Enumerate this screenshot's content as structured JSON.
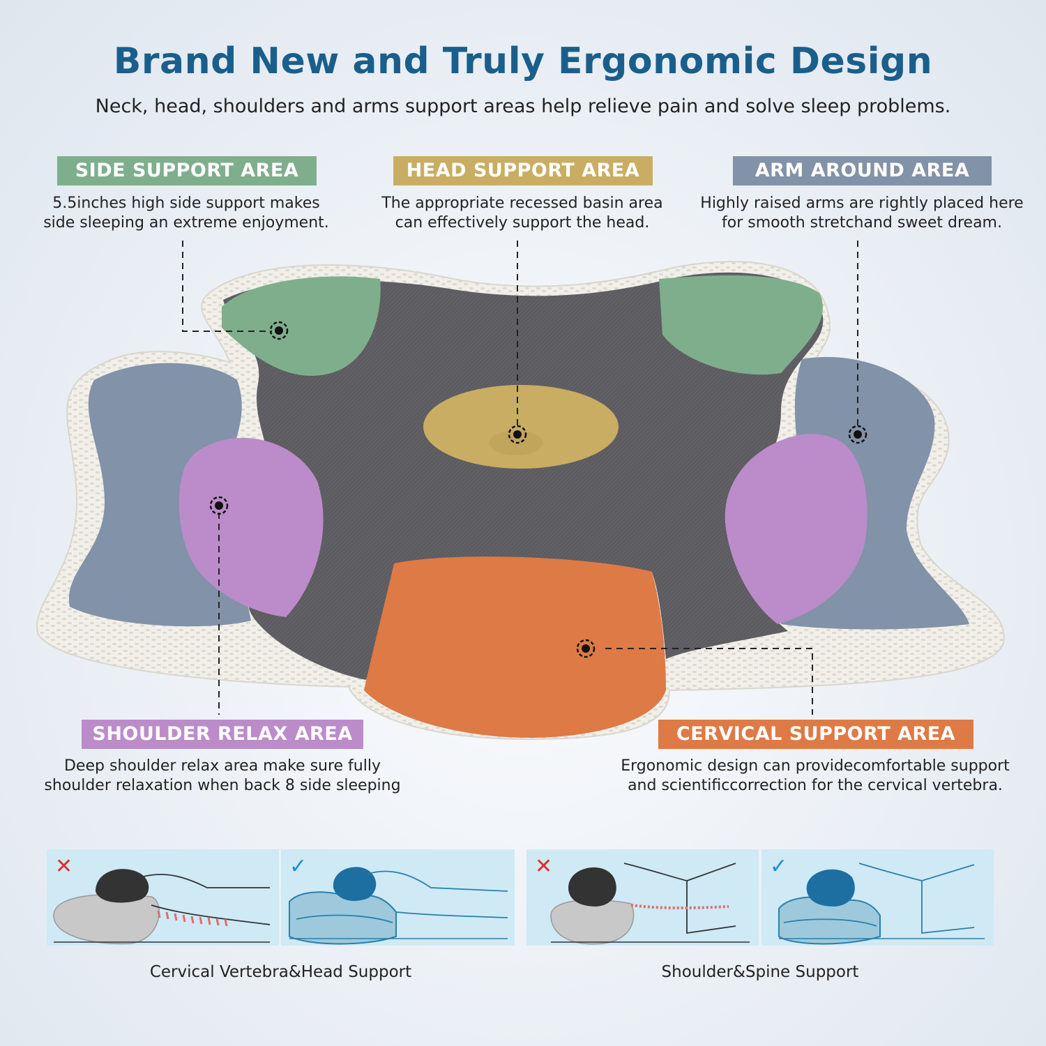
{
  "title": "Brand New and Truly Ergonomic Design",
  "subtitle": "Neck, head, shoulders and arms support areas help relieve pain and solve sleep problems.",
  "colors": {
    "title": "#1a5f8c",
    "side": "#7fae8c",
    "head": "#c9ad63",
    "arm": "#8292a8",
    "shoulder": "#bb8cc9",
    "cervical": "#de7a45",
    "cover": "#5c5b60",
    "foam": "#f1efe9",
    "panel": "#cfe9f5"
  },
  "areas": {
    "side": {
      "label": "SIDE SUPPORT AREA",
      "desc_line1": "5.5inches high side support makes",
      "desc_line2": "side sleeping an extreme enjoyment."
    },
    "head": {
      "label": "HEAD SUPPORT AREA",
      "desc_line1": "The appropriate recessed basin area",
      "desc_line2": "can effectively support the head."
    },
    "arm": {
      "label": "ARM AROUND AREA",
      "desc_line1": "Highly raised arms are rightly placed here",
      "desc_line2": "for smooth stretchand sweet dream."
    },
    "shoulder": {
      "label": "SHOULDER RELAX AREA",
      "desc_line1": "Deep shoulder relax area make sure fully",
      "desc_line2": "shoulder relaxation when back 8 side sleeping"
    },
    "cervical": {
      "label": "CERVICAL SUPPORT AREA",
      "desc_line1": "Ergonomic design can providecomfortable support",
      "desc_line2": "and scientificcorrection for the cervical vertebra."
    }
  },
  "comparisons": [
    {
      "mark": "✕",
      "verdict": "wrong"
    },
    {
      "mark": "✓",
      "verdict": "right"
    },
    {
      "mark": "✕",
      "verdict": "wrong"
    },
    {
      "mark": "✓",
      "verdict": "right"
    }
  ],
  "captions": {
    "left": "Cervical Vertebra&Head Support",
    "right": "Shoulder&Spine Support"
  }
}
